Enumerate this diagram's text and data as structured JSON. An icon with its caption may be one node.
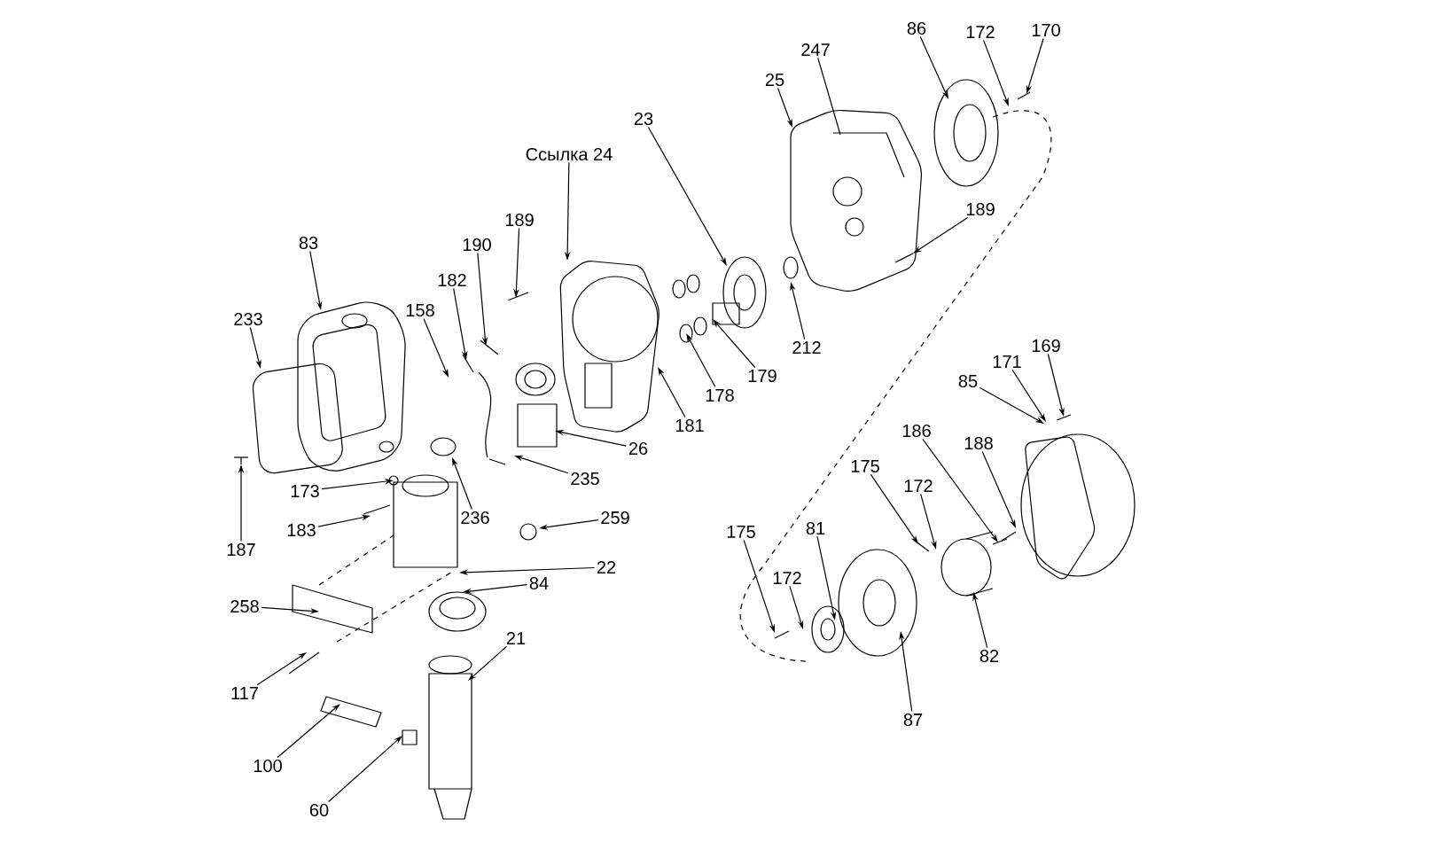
{
  "diagram": {
    "nodes": [
      {
        "text": [
          "247"
        ]
      },
      {
        "text": [
          "25"
        ]
      },
      {
        "text": [
          "86"
        ]
      },
      {
        "text": [
          "172"
        ]
      },
      {
        "text": [
          "170"
        ]
      },
      {
        "text": [
          "189"
        ]
      },
      {
        "text": [
          "23"
        ]
      },
      {
        "text": [
          "Ссылка 24"
        ]
      },
      {
        "text": [
          "189"
        ]
      },
      {
        "text": [
          "190"
        ]
      },
      {
        "text": [
          "182"
        ]
      },
      {
        "text": [
          "158"
        ]
      },
      {
        "text": [
          "83"
        ]
      },
      {
        "text": [
          "233"
        ]
      },
      {
        "text": [
          "178"
        ]
      },
      {
        "text": [
          "179"
        ]
      },
      {
        "text": [
          "212"
        ]
      },
      {
        "text": [
          "181"
        ]
      },
      {
        "text": [
          "26"
        ]
      },
      {
        "text": [
          "235"
        ]
      },
      {
        "text": [
          "236"
        ]
      },
      {
        "text": [
          "173"
        ]
      },
      {
        "text": [
          "183"
        ]
      },
      {
        "text": [
          "187"
        ]
      },
      {
        "text": [
          "259"
        ]
      },
      {
        "text": [
          "22"
        ]
      },
      {
        "text": [
          "84"
        ]
      },
      {
        "text": [
          "258"
        ]
      },
      {
        "text": [
          "21"
        ]
      },
      {
        "text": [
          "117"
        ]
      },
      {
        "text": [
          "100"
        ]
      },
      {
        "text": [
          "60"
        ]
      },
      {
        "text": [
          "175"
        ]
      },
      {
        "text": [
          "172"
        ]
      },
      {
        "text": [
          "186"
        ]
      },
      {
        "text": [
          "188"
        ]
      },
      {
        "text": [
          "85"
        ]
      },
      {
        "text": [
          "171"
        ]
      },
      {
        "text": [
          "169"
        ]
      },
      {
        "text": [
          "82"
        ]
      },
      {
        "text": [
          "87"
        ]
      },
      {
        "text": [
          "81"
        ]
      },
      {
        "text": [
          "172"
        ]
      },
      {
        "text": [
          "175"
        ]
      }
    ],
    "edges": [
      {
        "from": 0,
        "to": null,
        "arrow": "none"
      },
      {
        "from": 1,
        "to": null,
        "arrow": "to"
      },
      {
        "from": 2,
        "to": null,
        "arrow": "to"
      },
      {
        "from": 3,
        "to": null,
        "arrow": "to"
      },
      {
        "from": 4,
        "to": null,
        "arrow": "to"
      },
      {
        "from": 5,
        "to": null,
        "arrow": "to"
      },
      {
        "from": 6,
        "to": null,
        "arrow": "to"
      },
      {
        "from": 7,
        "to": null,
        "arrow": "to"
      },
      {
        "from": 8,
        "to": null,
        "arrow": "to"
      },
      {
        "from": 9,
        "to": null,
        "arrow": "to"
      },
      {
        "from": 10,
        "to": null,
        "arrow": "to"
      },
      {
        "from": 11,
        "to": null,
        "arrow": "to"
      },
      {
        "from": 12,
        "to": null,
        "arrow": "to"
      },
      {
        "from": 13,
        "to": null,
        "arrow": "to"
      },
      {
        "from": 14,
        "to": null,
        "arrow": "to"
      },
      {
        "from": 15,
        "to": null,
        "arrow": "to"
      },
      {
        "from": 16,
        "to": null,
        "arrow": "to"
      },
      {
        "from": 17,
        "to": null,
        "arrow": "to"
      },
      {
        "from": 18,
        "to": null,
        "arrow": "to"
      },
      {
        "from": 19,
        "to": null,
        "arrow": "to"
      },
      {
        "from": 20,
        "to": null,
        "arrow": "to"
      },
      {
        "from": 21,
        "to": null,
        "arrow": "to"
      },
      {
        "from": 22,
        "to": null,
        "arrow": "to"
      },
      {
        "from": 23,
        "to": null,
        "arrow": "to"
      },
      {
        "from": 24,
        "to": null,
        "arrow": "to"
      },
      {
        "from": 25,
        "to": null,
        "arrow": "to"
      },
      {
        "from": 26,
        "to": null,
        "arrow": "to"
      },
      {
        "from": 27,
        "to": null,
        "arrow": "to"
      },
      {
        "from": 28,
        "to": null,
        "arrow": "to"
      },
      {
        "from": 29,
        "to": null,
        "arrow": "to"
      },
      {
        "from": 30,
        "to": null,
        "arrow": "to"
      },
      {
        "from": 31,
        "to": null,
        "arrow": "to"
      },
      {
        "from": 32,
        "to": null,
        "arrow": "to"
      },
      {
        "from": 33,
        "to": null,
        "arrow": "to"
      },
      {
        "from": 34,
        "to": null,
        "arrow": "to"
      },
      {
        "from": 35,
        "to": null,
        "arrow": "to"
      },
      {
        "from": 36,
        "to": null,
        "arrow": "to"
      },
      {
        "from": 37,
        "to": null,
        "arrow": "to"
      },
      {
        "from": 38,
        "to": null,
        "arrow": "to"
      },
      {
        "from": 39,
        "to": null,
        "arrow": "to"
      },
      {
        "from": 40,
        "to": null,
        "arrow": "to"
      },
      {
        "from": 41,
        "to": null,
        "arrow": "to"
      },
      {
        "from": 42,
        "to": null,
        "arrow": "to"
      },
      {
        "from": 43,
        "to": null,
        "arrow": "to"
      }
    ]
  }
}
